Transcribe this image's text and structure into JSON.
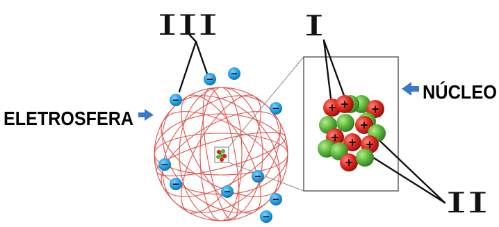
{
  "labels": {
    "eletrosfera": "ELETROSFERA",
    "nucleo": "NÚCLEO",
    "marker_i": "I",
    "marker_ii": "II",
    "marker_iii": "III"
  },
  "symbols": {
    "electron": "−",
    "proton": "+"
  },
  "colors": {
    "orbit": "#e2504a",
    "electron": "#1e9be0",
    "proton": "#d8231b",
    "neutron": "#58b23a",
    "arrow": "#3a78c8"
  }
}
